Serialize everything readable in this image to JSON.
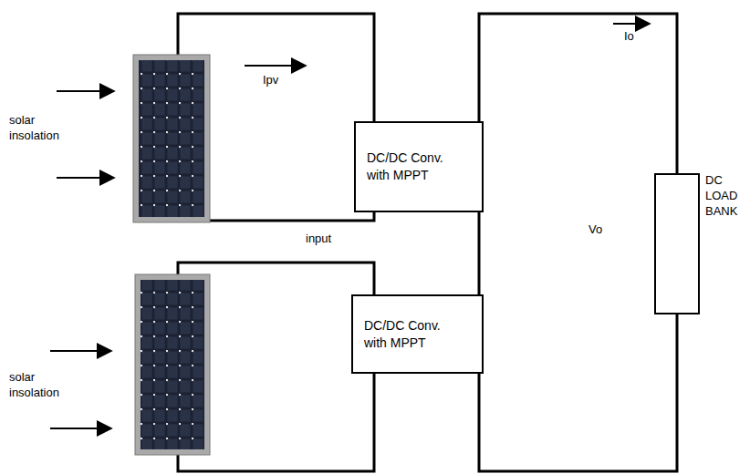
{
  "diagram": {
    "nodes": [
      {
        "text": [
          "DC/DC Conv. with MPPT"
        ]
      },
      {
        "text": [
          "DC/DC Conv. with MPPT"
        ]
      },
      {
        "text": [
          "DC LOAD BANK"
        ]
      }
    ],
    "edges": [
      {
        "from": 0,
        "to": 1,
        "arrow": "none"
      },
      {
        "from": 0,
        "to": 2,
        "arrow": "none"
      },
      {
        "from": 1,
        "to": 2,
        "arrow": "none"
      }
    ],
    "labels": [
      "Ipv",
      "solar insolation",
      "input",
      "Io",
      "Vo",
      "solar insolation"
    ]
  }
}
